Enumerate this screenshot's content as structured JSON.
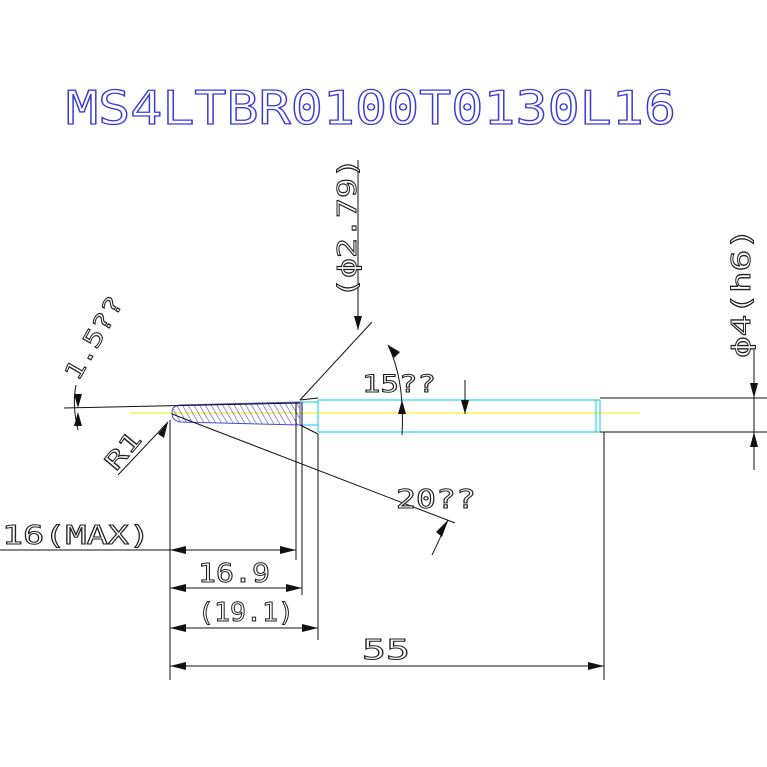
{
  "title": "MS4LTBR0100T0130L16",
  "colors": {
    "title": "#3a3adc",
    "line": "#111111",
    "tool_outline": "#00ccee",
    "centerline": "#eeee00",
    "hatch": "#4a4ad8"
  },
  "dimensions": {
    "neck_diameter": "(ϕ2.79)",
    "shank_diameter": "ϕ4(h6)",
    "taper_angle": "15??",
    "tip_angle": "1.5??",
    "corner_radius": "R1",
    "clearance_angle": "20??",
    "max_length": "16(MAX)",
    "effective_length": "16.9",
    "neck_length": "(19.1)",
    "overall_length": "55"
  }
}
